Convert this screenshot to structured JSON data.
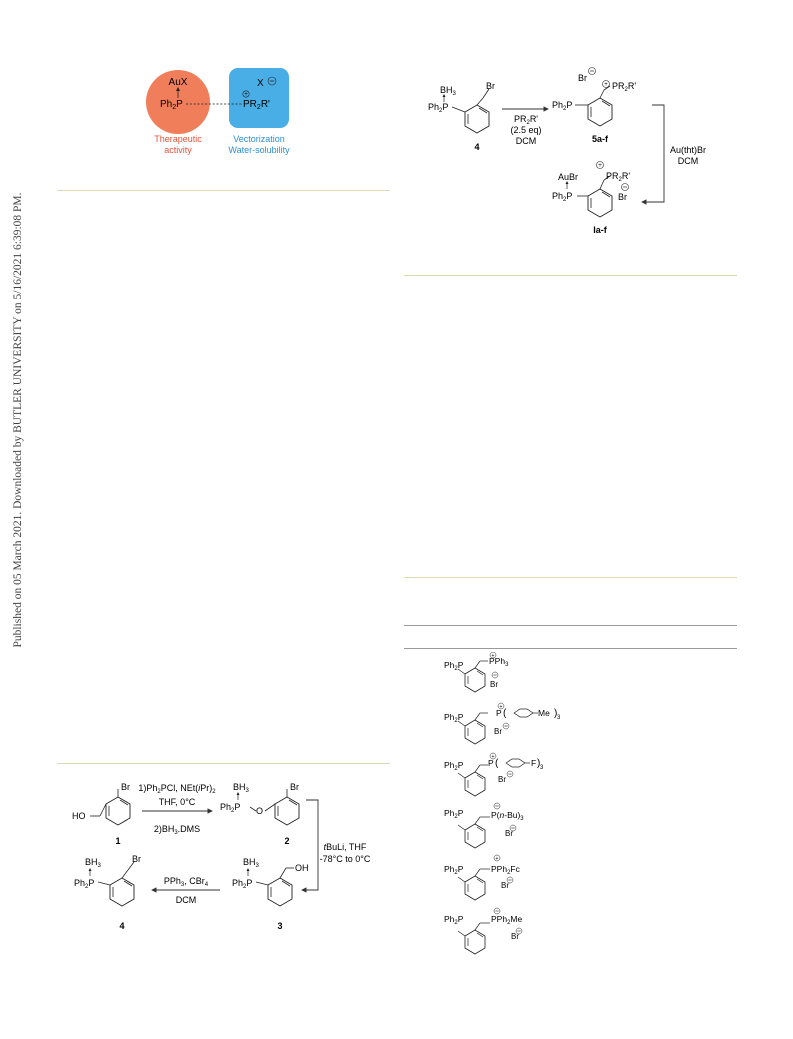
{
  "sidebar": {
    "published_notice": "Published on 05 March 2021. Downloaded by BUTLER UNIVERSITY on 5/16/2021 6:39:08 PM."
  },
  "concept": {
    "gold_group": "AuX",
    "left_phosphine": "Ph",
    "left_sub": "2",
    "left_p": "P",
    "right_group": "PR",
    "right_sub": "2",
    "right_tail": "R'",
    "counterion": "X",
    "label_left_1": "Therapeutic",
    "label_left_2": "activity",
    "label_right_1": "Vectorization",
    "label_right_2": "Water-solubility",
    "colors": {
      "left_circle": "#f07e5a",
      "right_box": "#4aaee6",
      "left_text": "#e0533a",
      "right_text": "#2c8fd6"
    }
  },
  "scheme_top_right": {
    "reagent_1": "PR",
    "reagent_1_sub": "2",
    "reagent_1_tail": "R'",
    "reagent_2": "(2.5 eq)",
    "reagent_3": "DCM",
    "compound_4": "4",
    "compound_5": "5a-f",
    "compound_I": "Ia-f",
    "side_reagent_1": "Au(tht)Br",
    "side_reagent_2": "DCM",
    "bh3": "BH",
    "bh3_sub": "3",
    "br": "Br",
    "ph2p": "Ph",
    "aubr": "AuBr"
  },
  "scheme_bottom_left": {
    "step1_a": "1)Ph",
    "step1_b": "PCl, NEt(",
    "step1_c": "i",
    "step1_d": "Pr)",
    "step1_e": "THF, 0°C",
    "step2": "2)BH",
    "step2_tail": ".DMS",
    "c1": "1",
    "c2": "2",
    "c3": "3",
    "c4": "4",
    "ho": "HO",
    "oh": "OH",
    "o": "O",
    "tbuli_a": "t",
    "tbuli_b": "BuLi, THF",
    "tbuli_c": "-78°C to 0°C",
    "pph3": "PPh",
    "cbr4": ", CBr",
    "dcm": "DCM"
  },
  "table_right": {
    "rows": [
      {
        "cation": "PPh",
        "cation_sub": "3",
        "anion": "Br"
      },
      {
        "cation": "P",
        "aryl": "Me",
        "count_sub": "3",
        "anion": "Br"
      },
      {
        "cation": "P",
        "aryl": "F",
        "count_sub": "3",
        "anion": "Br"
      },
      {
        "cation": "P(",
        "mid_italic": "n",
        "cation_tail": "-Bu)",
        "count_sub": "3",
        "anion": "Br"
      },
      {
        "cation": "PPh",
        "cation_sub": "2",
        "cation_tail": "Fc",
        "anion": "Br"
      },
      {
        "cation": "PPh",
        "cation_sub": "2",
        "cation_tail": "Me",
        "anion": "Br"
      }
    ]
  }
}
